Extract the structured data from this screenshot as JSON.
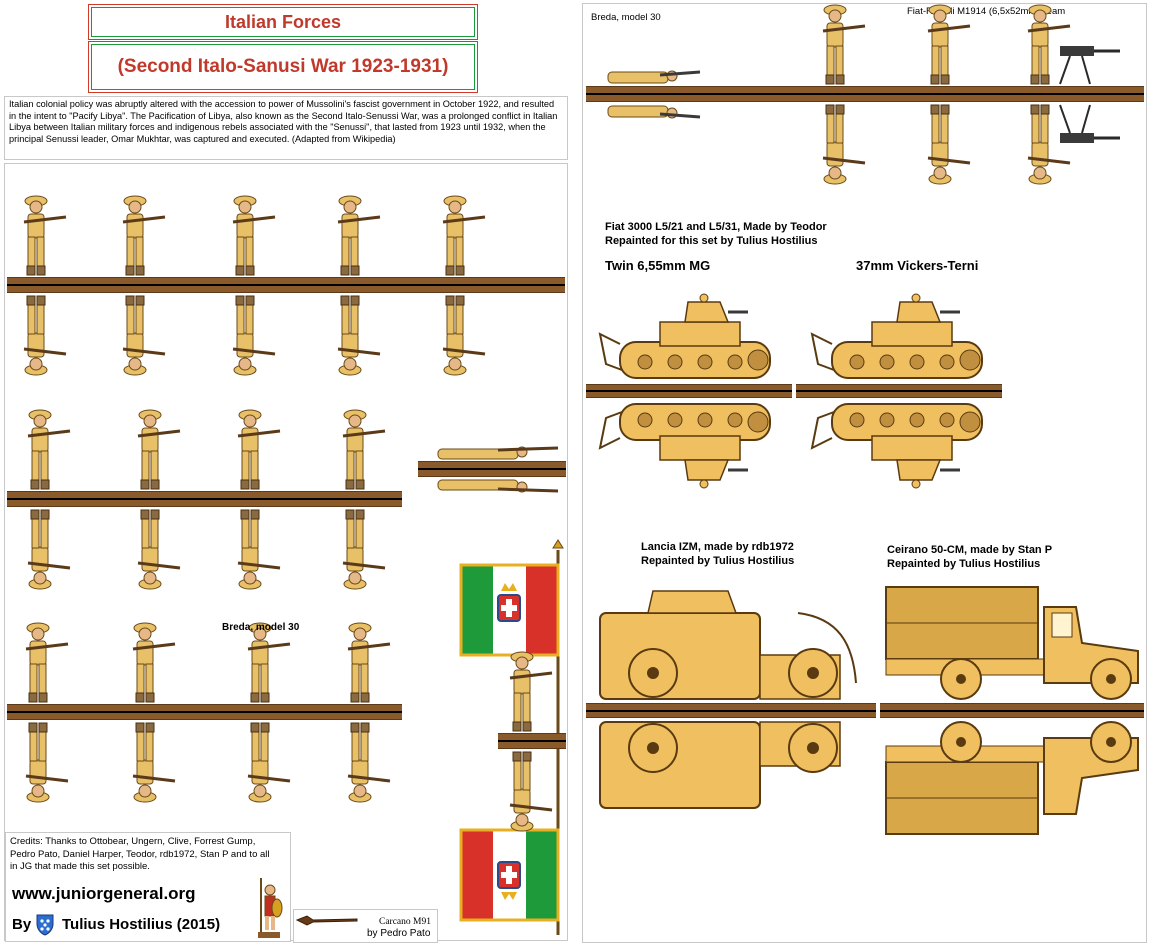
{
  "title": {
    "line1": "Italian Forces",
    "line2": "(Second Italo-Sanusi War 1923-1931)"
  },
  "intro_text": "Italian colonial policy was abruptly altered with the accession to power of Mussolini's fascist government in October 1922, and resulted in the intent to \"Pacify Libya\". The Pacification of Libya, also known as the Second Italo-Senussi War, was a prolonged conflict in Italian Libya between Italian military forces and indigenous rebels associated with the \"Senussi\", that lasted from 1923 until 1932, when the principal Senussi leader, Omar Mukhtar, was captured and executed. (Adapted from Wikipedia)",
  "labels": {
    "breda_left": "Breda, model 30",
    "breda_right": "Breda, model 30",
    "fiat_revelli": "Fiat-Revelli M1914 (6,5x52mm) Team",
    "fiat3000_line1": "Fiat 3000 L5/21 and L5/31, Made by Teodor",
    "fiat3000_line2": "Repainted for this set by Tulius Hostilius",
    "twin_mg": "Twin 6,55mm MG",
    "vickers": "37mm Vickers-Terni",
    "lancia_line1": "Lancia IZM, made by rdb1972",
    "lancia_line2": "Repainted by Tulius Hostilius",
    "ceirano_line1": "Ceirano 50-CM, made by Stan P",
    "ceirano_line2": "Repainted by Tulius Hostilius",
    "carcano_line1": "Carcano M91",
    "carcano_line2": "by Pedro Pato"
  },
  "credits": "Credits: Thanks to Ottobear, Ungern, Clive, Forrest Gump, Pedro Pato, Daniel Harper, Teodor, rdb1972, Stan P and to all in JG that made this set possible.",
  "website": "www.juniorgeneral.org",
  "byline_by": "By",
  "byline_author": "Tulius Hostilius (2015)",
  "colors": {
    "khaki": "#e8c068",
    "khaki_dark": "#b88a30",
    "base_brown": "#8a5a2b",
    "vehicle_sand": "#f0c060",
    "flag_green": "#1e9a3a",
    "flag_red": "#d8312a",
    "title_red": "#c0392b",
    "shield_blue": "#2a6fd0"
  }
}
